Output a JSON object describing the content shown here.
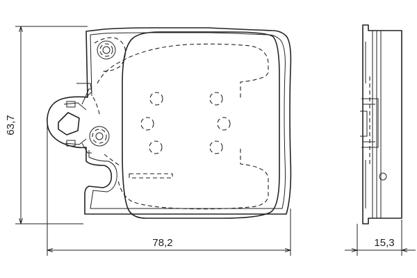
{
  "dimensions": {
    "height": "63,7",
    "width": "78,2",
    "thickness": "15,3"
  }
}
